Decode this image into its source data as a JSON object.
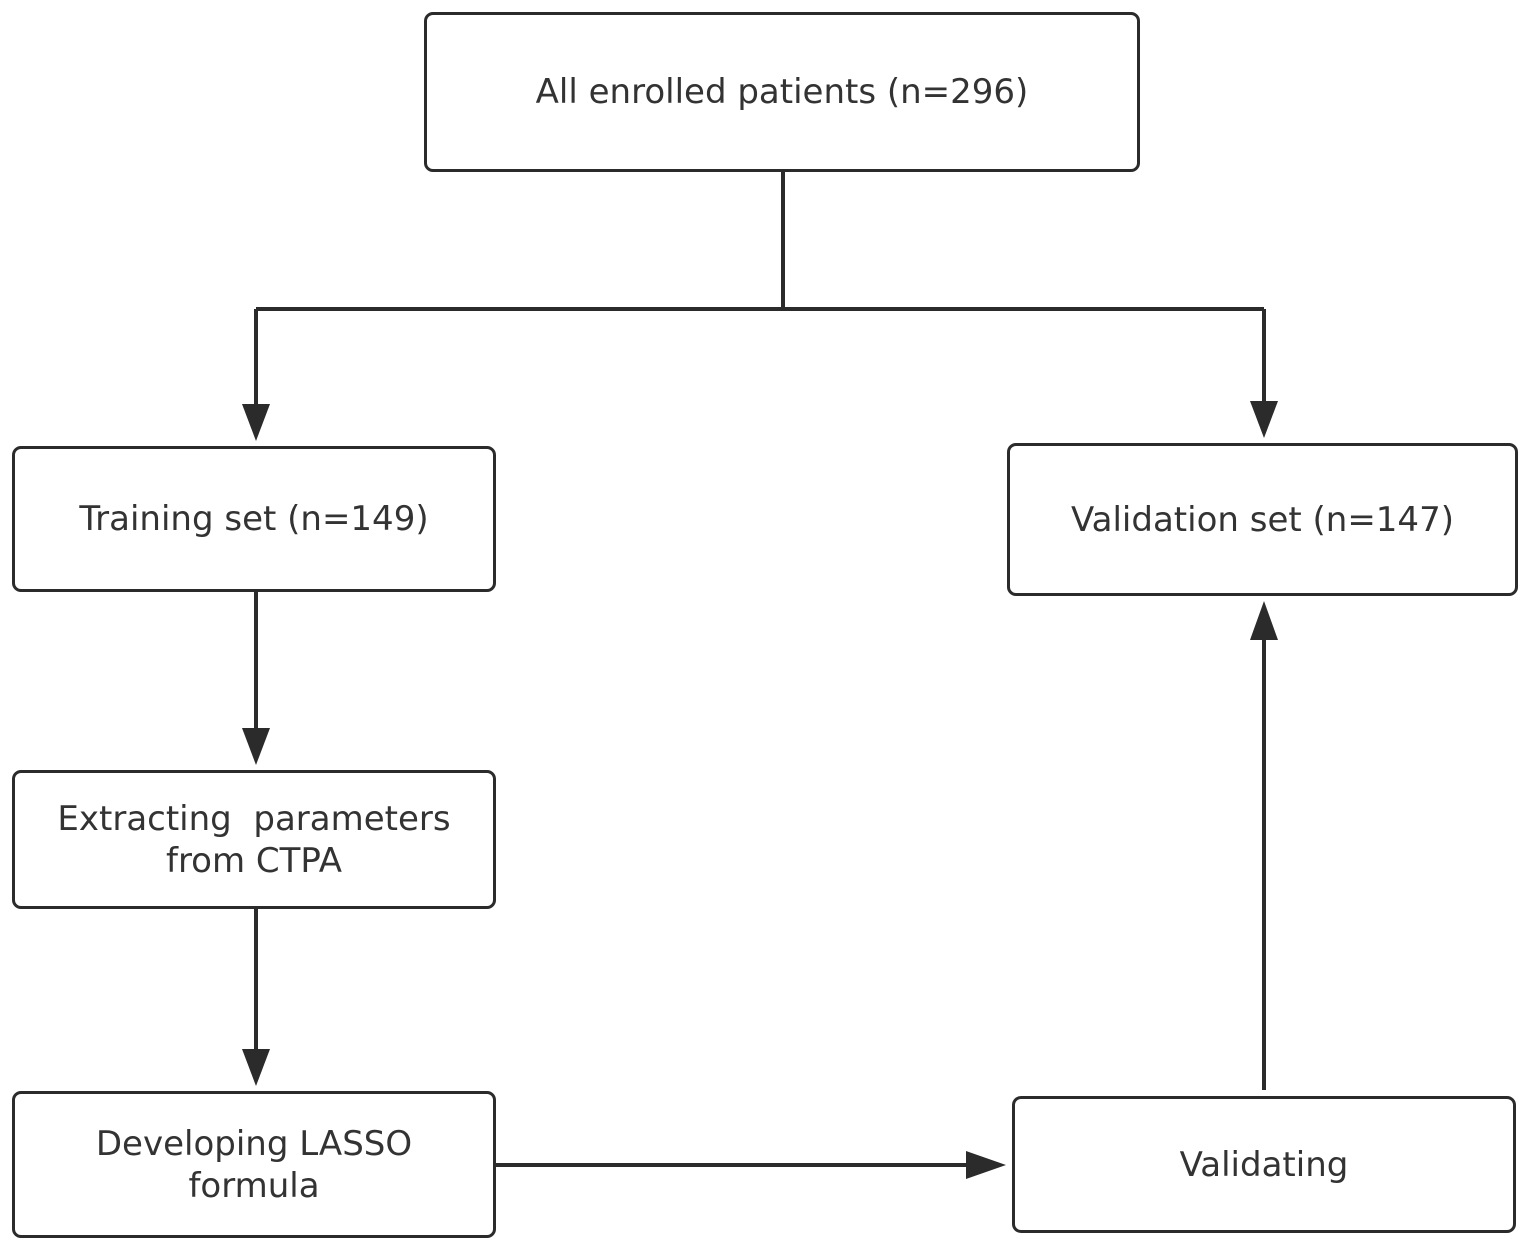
{
  "nodes": {
    "all": "All enrolled patients (n=296)",
    "training": "Training set (n=149)",
    "validation": "Validation set (n=147)",
    "extracting": "Extracting  parameters\nfrom CTPA",
    "lasso": "Developing LASSO\nformula",
    "validating": "Validating"
  },
  "edges": [
    {
      "from": "all",
      "to": "training"
    },
    {
      "from": "all",
      "to": "validation"
    },
    {
      "from": "training",
      "to": "extracting"
    },
    {
      "from": "extracting",
      "to": "lasso"
    },
    {
      "from": "lasso",
      "to": "validating"
    },
    {
      "from": "validating",
      "to": "validation"
    }
  ],
  "colors": {
    "line": "#2b2b2b",
    "text": "#333333"
  }
}
